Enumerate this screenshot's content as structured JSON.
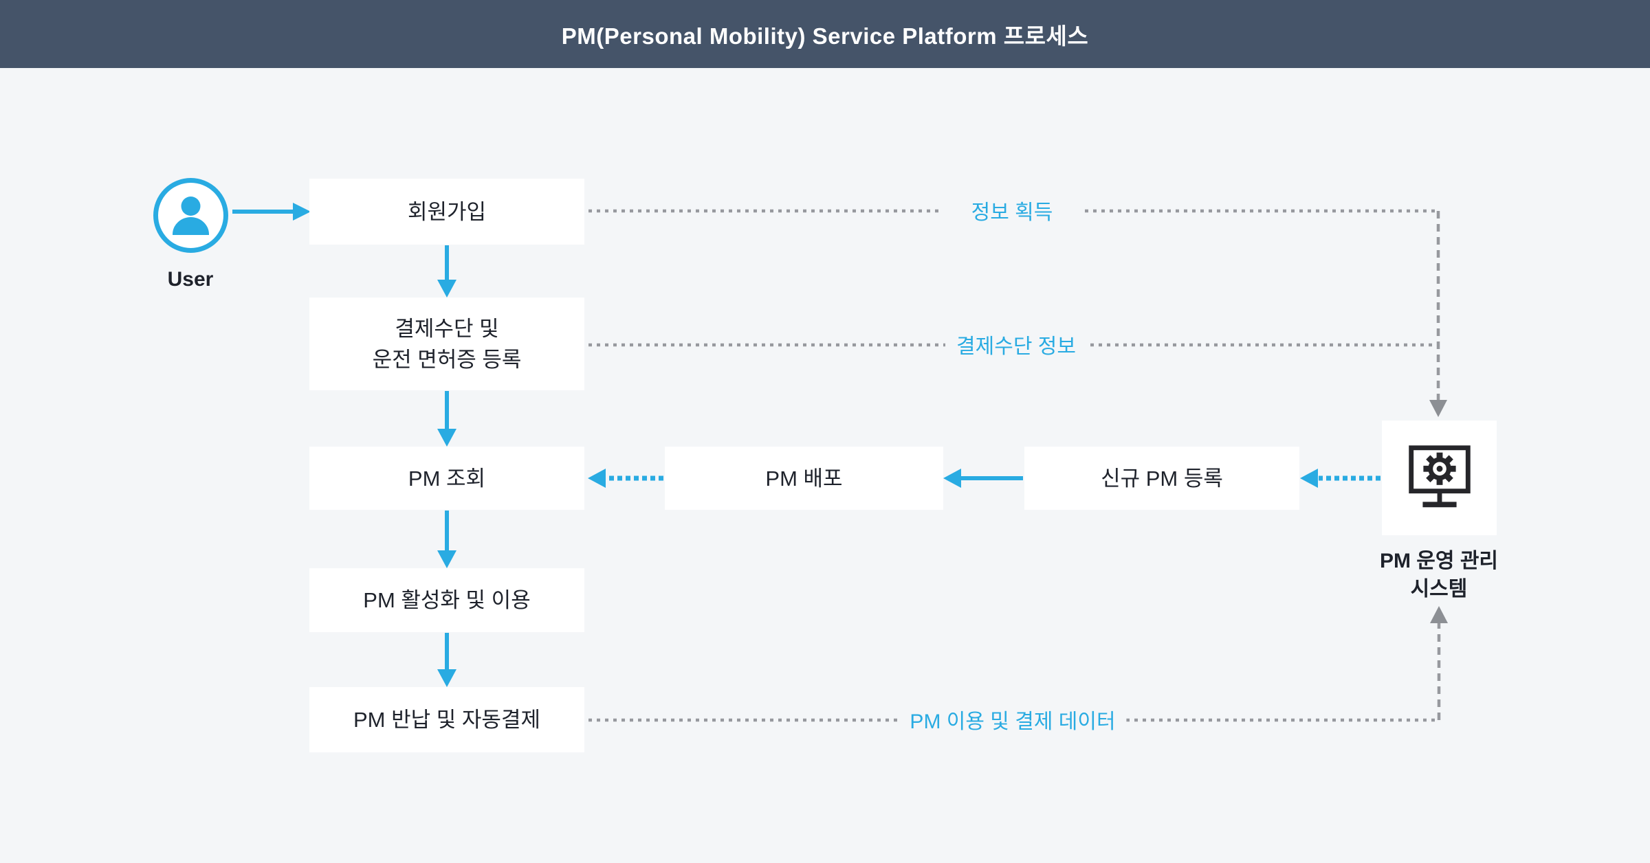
{
  "header": {
    "title": "PM(Personal Mobility) Service Platform 프로세스"
  },
  "actors": {
    "user_label": "User",
    "system_label": "PM 운영 관리\n시스템"
  },
  "boxes": {
    "signup": "회원가입",
    "payment": "결제수단 및\n운전 면허증 등록",
    "pm_lookup": "PM 조회",
    "pm_activation": "PM 활성화 및 이용",
    "pm_return": "PM 반납 및 자동결제",
    "pm_distribution": "PM 배포",
    "new_pm_registration": "신규 PM 등록"
  },
  "flow_labels": {
    "info_acquisition": "정보 획득",
    "payment_info": "결제수단 정보",
    "usage_payment_data": "PM 이용 및 결제 데이터"
  },
  "icons": {
    "user": "user-icon",
    "system": "monitor-gear-icon"
  },
  "colors": {
    "accent_blue": "#29abe2",
    "header_bg": "#455469",
    "background": "#f4f6f8",
    "node_bg": "#ffffff",
    "text_dark": "#1e222b",
    "line_gray": "#97999e",
    "icon_dark": "#26262a"
  }
}
